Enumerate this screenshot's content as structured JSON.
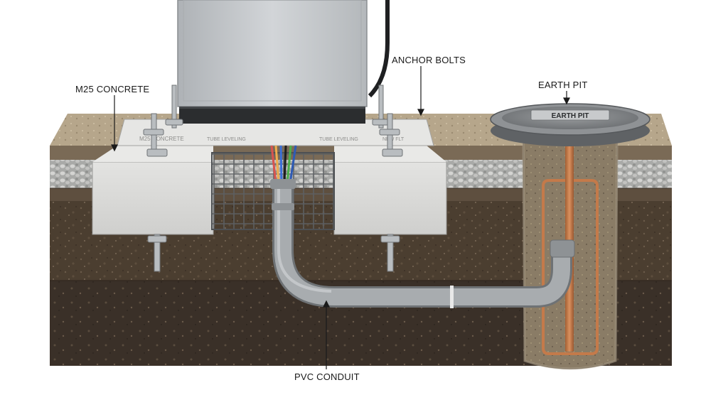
{
  "labels": {
    "m25_concrete": "M25 CONCRETE",
    "anchor_bolts": "ANCHOR BOLTS",
    "earth_pit": "EARTH PIT",
    "pvc_conduit": "PVC CONDUIT"
  },
  "plate_text": {
    "left": "M25 CONCRETE",
    "mid1": "TUBE LEVELING",
    "mid2": "TUBE LEVELING",
    "right": "NEW FLT"
  },
  "earth_pit_cover_text": "EARTH PIT",
  "colors": {
    "cabinet": "#c9ccd0",
    "cabinet_base": "#2b2d2f",
    "concrete": "#d9d9d7",
    "plate": "#e6e6e4",
    "soil_top": "#b8a88c",
    "soil_mid": "#4a3d2f",
    "soil_deep": "#3a3027",
    "gravel": "#bdbdbb",
    "conduit": "#9fa3a6",
    "copper": "#c47a4a"
  }
}
